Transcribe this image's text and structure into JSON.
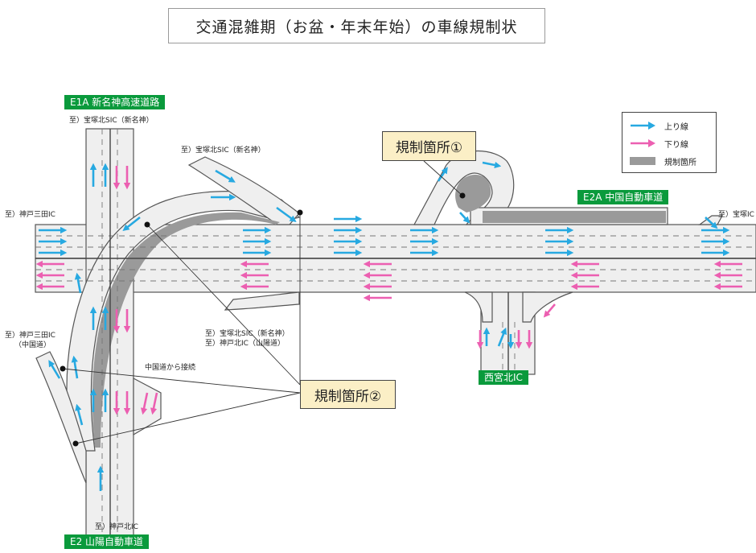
{
  "title": "交通混雑期（お盆・年末年始）の車線規制状",
  "roads": {
    "e1a": "E1A 新名神高速道路",
    "e2a": "E2A 中国自動車道",
    "e2": "E2 山陽自動車道",
    "nishinomiya": "西宮北IC"
  },
  "place_labels": {
    "takarazuka_sic_top": "至）宝塚北SIC（新名神）",
    "takarazuka_sic_mid": "至）宝塚北SIC（新名神）",
    "kobe_sanda_left": "至）神戸三田IC",
    "takarazuka_ic": "至）宝塚IC",
    "takarazuka_sic_bottom_1": "至）宝塚北SIC（新名神）",
    "takarazuka_sic_bottom_2": "至）神戸北IC（山陽道）",
    "kobe_sanda_lower_1": "至）神戸三田IC",
    "kobe_sanda_lower_2": "（中国道）",
    "chugoku_connect": "中国道から接続",
    "kobe_kita": "至）神戸北IC"
  },
  "callouts": {
    "site1": "規制箇所①",
    "site2": "規制箇所②"
  },
  "legend": {
    "up": "上り線",
    "down": "下り線",
    "restricted": "規制箇所"
  },
  "colors": {
    "up_arrow": "#27a9e1",
    "down_arrow": "#ec5fb1",
    "restricted": "#9a9a9a",
    "road": "#efefef",
    "road_edge": "#555555",
    "label_green": "#0a9a3c",
    "callout_fill": "#fbefc6"
  }
}
